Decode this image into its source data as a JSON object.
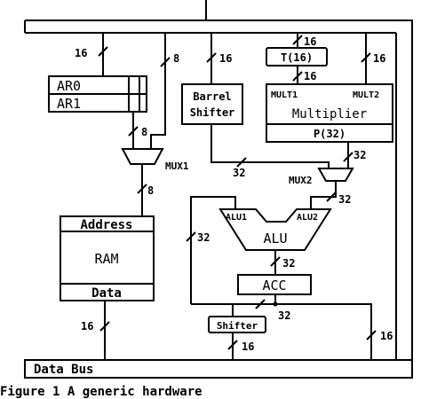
{
  "diagram": {
    "blocks": {
      "ar0": "AR0",
      "ar1": "AR1",
      "mux1": "MUX1",
      "ram_address": "Address",
      "ram": "RAM",
      "ram_data": "Data",
      "barrel_line1": "Barrel",
      "barrel_line2": "Shifter",
      "t_reg": "T(16)",
      "mult1": "MULT1",
      "mult2": "MULT2",
      "multiplier": "Multiplier",
      "p_reg": "P(32)",
      "mux2": "MUX2",
      "alu1": "ALU1",
      "alu2": "ALU2",
      "alu": "ALU",
      "acc": "ACC",
      "shifter": "Shifter",
      "data_bus": "Data Bus"
    },
    "widths": {
      "ar_in": "16",
      "mux1_in": "8",
      "mux1_from_ar": "8",
      "ram_addr": "8",
      "barrel_in": "16",
      "t_in": "16",
      "t_out": "16",
      "mult2_in": "16",
      "barrel_out": "32",
      "p_out": "32",
      "mux2_out": "32",
      "alu_feedback": "32",
      "alu_out": "32",
      "acc_shifter": "32",
      "ram_data_bus": "16",
      "shifter_out": "16",
      "acc_bus": "16"
    },
    "caption": "Figure 1 A generic hardware"
  }
}
